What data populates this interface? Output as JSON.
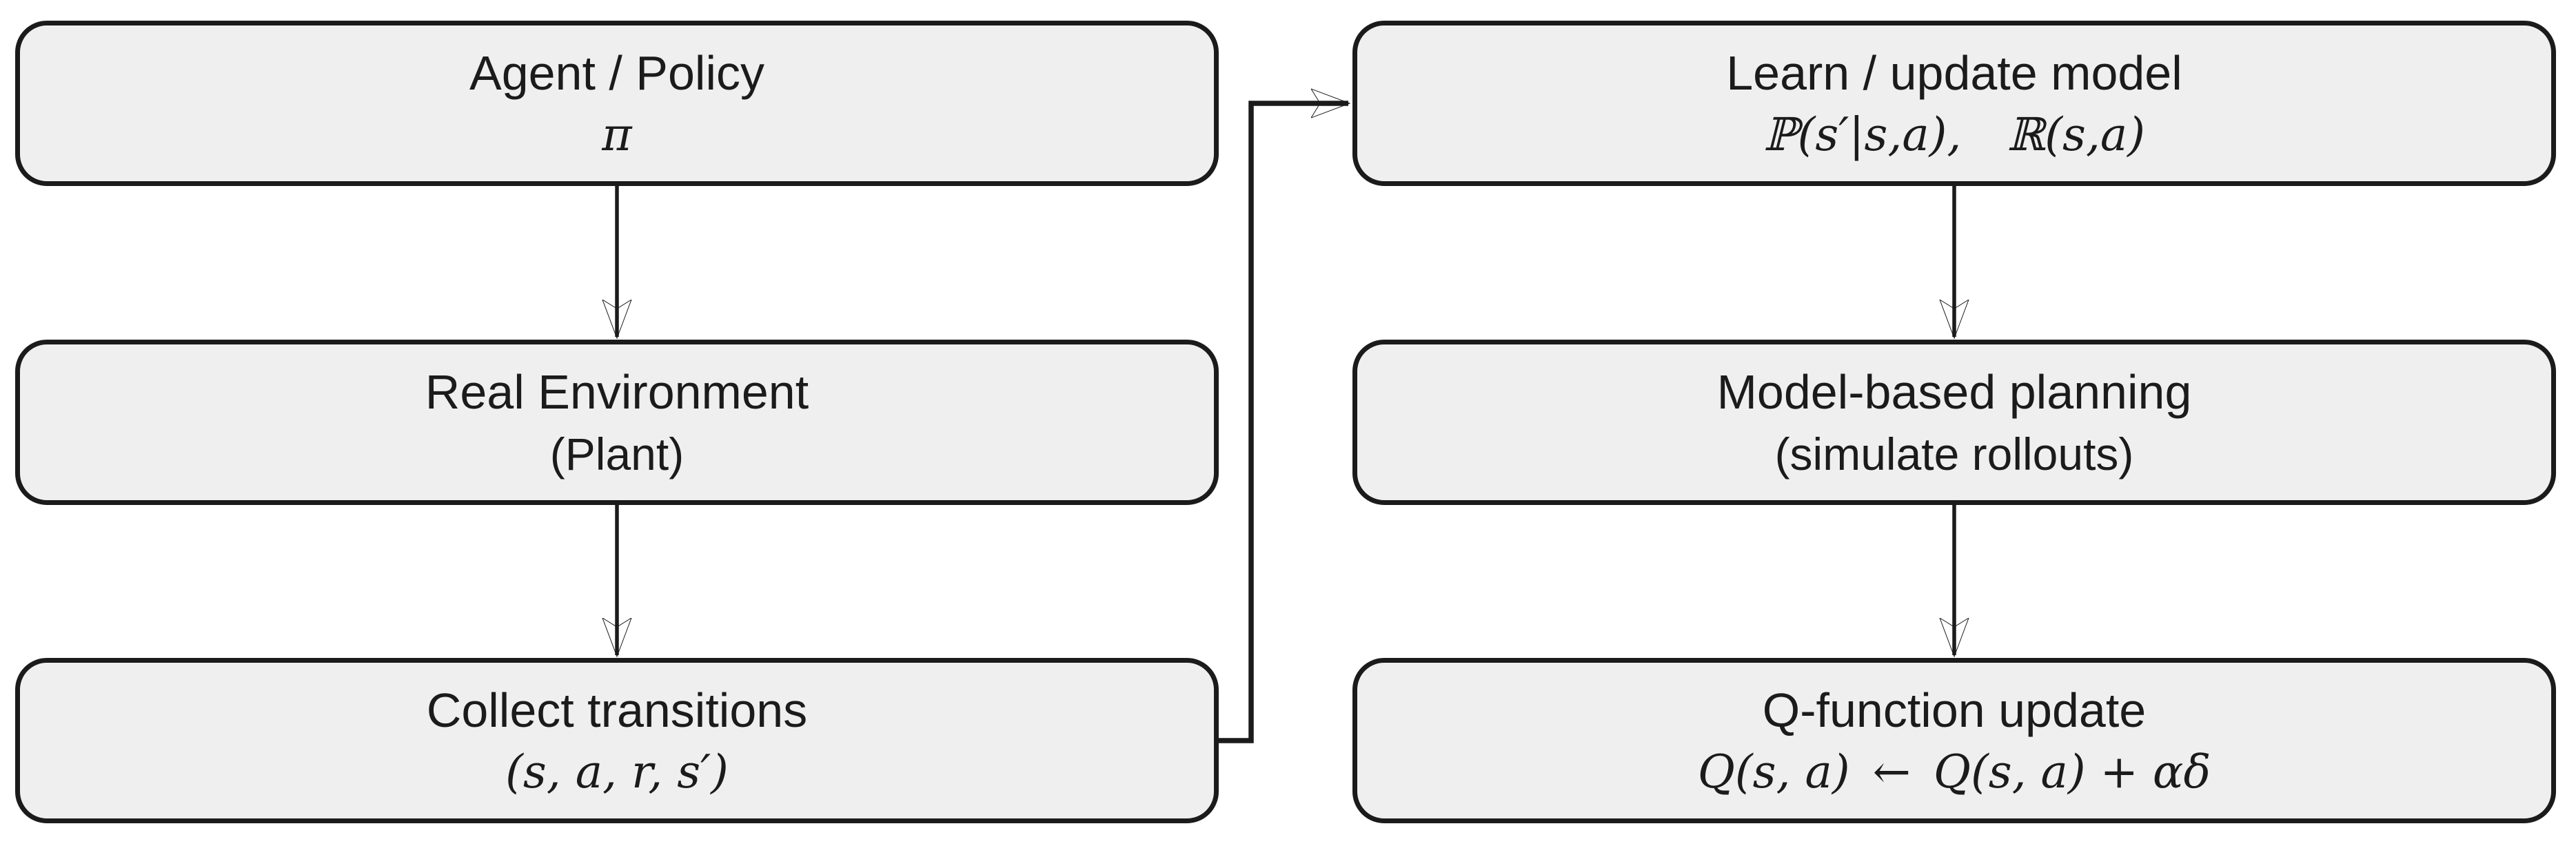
{
  "diagram": {
    "background": "#ffffff",
    "colors": {
      "box_fill": "#efefef",
      "box_border": "#1b1b1b",
      "arrow": "#1b1b1b",
      "text": "#1b1b1b"
    },
    "nodes": [
      {
        "id": "agent-policy",
        "title": "Agent / Policy",
        "subtitle": "π"
      },
      {
        "id": "real-environment",
        "title": "Real Environment",
        "subtitle": "(Plant)"
      },
      {
        "id": "collect-transitions",
        "title": "Collect transitions",
        "subtitle": "(s, a, r, s′)"
      },
      {
        "id": "learn-update-model",
        "title": "Learn / update model",
        "subtitle": "ℙ(s′|s,a),  ℝ(s,a)"
      },
      {
        "id": "model-based-planning",
        "title": "Model-based planning",
        "subtitle": "(simulate rollouts)"
      },
      {
        "id": "q-function-update",
        "title": "Q-function update",
        "subtitle": "Q(s, a) ← Q(s, a) + αδ"
      }
    ],
    "edges": [
      {
        "from": "agent-policy",
        "to": "real-environment",
        "style": "straight-down"
      },
      {
        "from": "real-environment",
        "to": "collect-transitions",
        "style": "straight-down"
      },
      {
        "from": "collect-transitions",
        "to": "learn-update-model",
        "style": "elbow-right-up-right"
      },
      {
        "from": "learn-update-model",
        "to": "model-based-planning",
        "style": "straight-down"
      },
      {
        "from": "model-based-planning",
        "to": "q-function-update",
        "style": "straight-down"
      }
    ]
  }
}
